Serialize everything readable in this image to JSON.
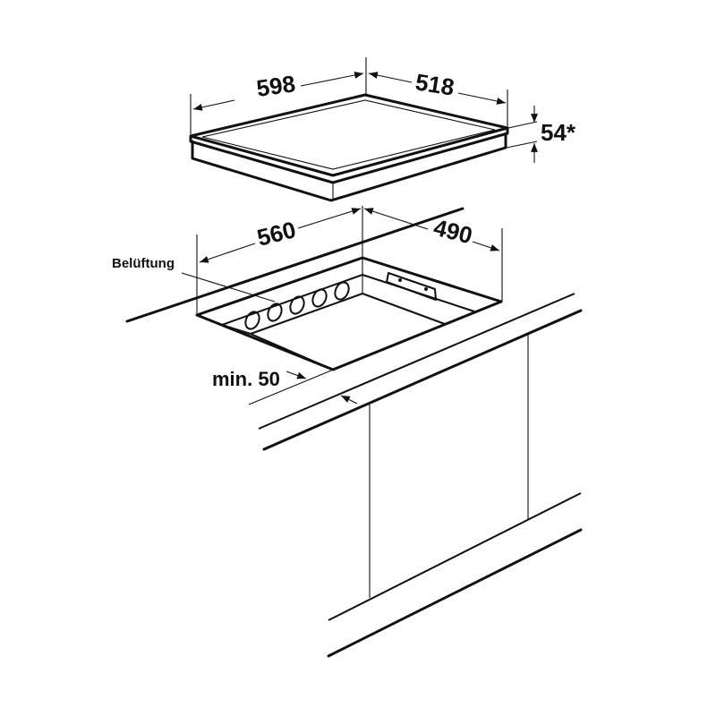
{
  "title": "Hob installation dimensions",
  "hob": {
    "width_label": "598",
    "depth_label": "518",
    "height_label": "54*"
  },
  "cutout": {
    "width_label": "560",
    "depth_label": "490",
    "ventilation_label": "Belüftung",
    "front_distance_label": "min. 50"
  },
  "colors": {
    "line": "#111111",
    "background": "#ffffff"
  }
}
